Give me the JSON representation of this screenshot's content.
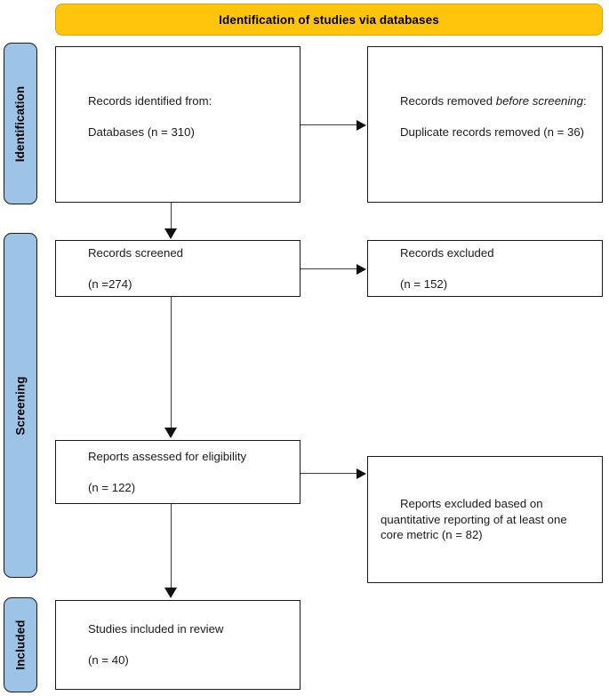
{
  "diagram": {
    "type": "prisma-flow-diagram",
    "banner": {
      "label": "Identification of studies via databases",
      "color": "#FFC40C"
    },
    "stages": [
      {
        "id": "identification",
        "label": "Identification",
        "color": "#9DC3E6"
      },
      {
        "id": "screening",
        "label": "Screening",
        "color": "#9DC3E6"
      },
      {
        "id": "included",
        "label": "Included",
        "color": "#9DC3E6"
      }
    ],
    "nodes": {
      "identified": {
        "line1": "Records identified from:",
        "line2": "Databases (n = 310)",
        "count": 310
      },
      "removed": {
        "line1_prefix": "Records removed ",
        "line1_italic": "before screening",
        "line1_suffix": ":",
        "line2": "Duplicate records removed (n = 36)",
        "count": 36
      },
      "screened": {
        "line1": "Records screened",
        "line2": "(n =274)",
        "count": 274
      },
      "excluded": {
        "line1": "Records excluded",
        "line2": "(n = 152)",
        "count": 152
      },
      "eligibility": {
        "line1": "Reports assessed for eligibility",
        "line2": "(n = 122)",
        "count": 122
      },
      "reports_excluded": {
        "line1": "Reports excluded based on quantitative reporting of at least one core metric (n = 82)",
        "count": 82
      },
      "included": {
        "line1": "Studies included in review",
        "line2": "(n = 40)",
        "count": 40
      }
    }
  }
}
